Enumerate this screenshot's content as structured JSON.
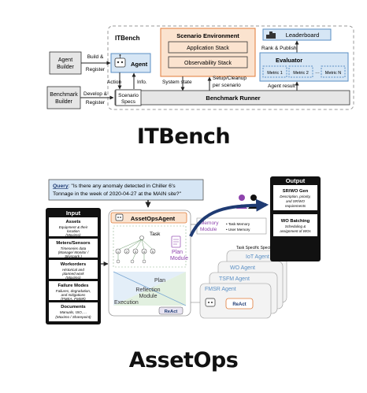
{
  "itbench": {
    "frame_title": "ITBench",
    "agent_builder": [
      "Agent",
      "Builder"
    ],
    "benchmark_builder": [
      "Benchmark",
      "Builder"
    ],
    "build_register": [
      "Build &",
      "Register"
    ],
    "develop_register": [
      "Develop &",
      "Register"
    ],
    "agent": "Agent",
    "action": "Action",
    "info": "Info.",
    "scenario_specs": [
      "Scenario",
      "Specs"
    ],
    "scenario_environment": "Scenario Environment",
    "application_stack": "Application Stack",
    "observability_stack": "Observability Stack",
    "system_state": "System state",
    "setup_cleanup": [
      "Setup/Cleanup",
      "per scenario"
    ],
    "leaderboard": "Leaderboard",
    "rank_publish": "Rank & Publish",
    "evaluator": "Evaluator",
    "metric_1": "Metric 1",
    "metric_2": "Metric 2",
    "metric_n": "Metric N",
    "agent_result": "Agent result",
    "benchmark_runner": "Benchmark Runner",
    "heading": "ITBench"
  },
  "assetops": {
    "query_label": "Query",
    "query_text": [
      ": \"Is there any anomaly detected in Chiller 6's",
      "Tonnage in the week of 2020-04-27 at the MAIN site?\""
    ],
    "input_title": "Input",
    "inputs": [
      {
        "title": "Assets",
        "desc": [
          "Equipment & their",
          "location",
          "(Maximo)"
        ]
      },
      {
        "title": "Meters/Sensors",
        "desc": [
          "Timeseries data",
          "(Manage/ Monitor /",
          "Skyspark )"
        ]
      },
      {
        "title": "Workorders",
        "desc": [
          "Historical and",
          "planned work",
          "(Maximo)"
        ]
      },
      {
        "title": "Failure Modes",
        "desc": [
          "Failures, degradation,",
          "and mitigations",
          "(FMEA, FMSR)"
        ]
      },
      {
        "title": "Documents",
        "desc": [
          "Manuals, ISO, ...",
          "(Maximo / Sharepoint)"
        ]
      }
    ],
    "agent_title": "AssetOpsAgent",
    "task": "Task",
    "plan_module": [
      "Plan",
      "Module"
    ],
    "plan": "Plan",
    "reflection_module": [
      "Reflection",
      "Module"
    ],
    "execution": "Execution",
    "react": "ReAct",
    "memory_module": [
      "Memory",
      "Module"
    ],
    "task_memory": "Task Memory",
    "user_memory": "User Memory",
    "specialized_agents_caption": "Task Specific Specialized Agents",
    "agents": [
      "IoT Agent",
      "WO Agent",
      "TSFM Agent",
      "FMSR Agent"
    ],
    "output_title": "Output",
    "outputs": [
      {
        "title": "SR/WO Gen",
        "desc": [
          "Description, priority,",
          "and SR/WO",
          "requirements"
        ]
      },
      {
        "title": "WO Batching",
        "desc": [
          "Scheduling &",
          "assignment of WOs"
        ]
      }
    ],
    "heading": "AssetOps"
  },
  "colors": {
    "env_orange_fill": "#fbe3cf",
    "env_orange_stroke": "#e07b39",
    "blue_fill": "#d6e6f5",
    "blue_stroke": "#5a8fc4",
    "navy": "#1f3b73",
    "gray_box": "#e6e6e6",
    "agent_blue": "#4f7fc0"
  }
}
